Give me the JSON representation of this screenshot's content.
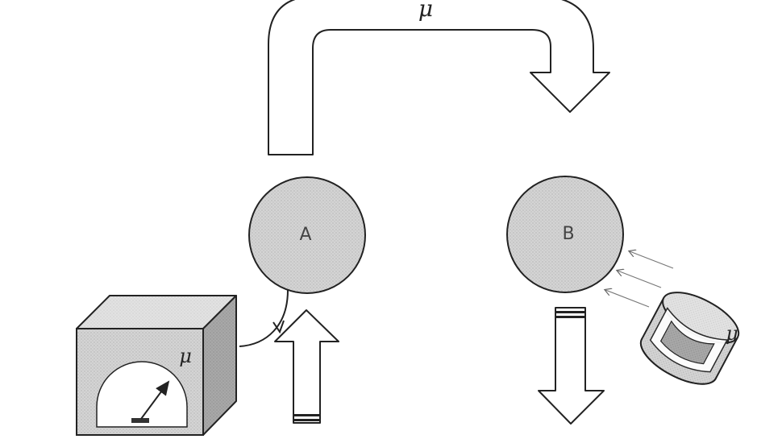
{
  "diagram": {
    "top_arrow_label": "μ",
    "circle_a_label": "A",
    "circle_b_label": "B",
    "meter_label": "μ",
    "device_label": "μ"
  }
}
